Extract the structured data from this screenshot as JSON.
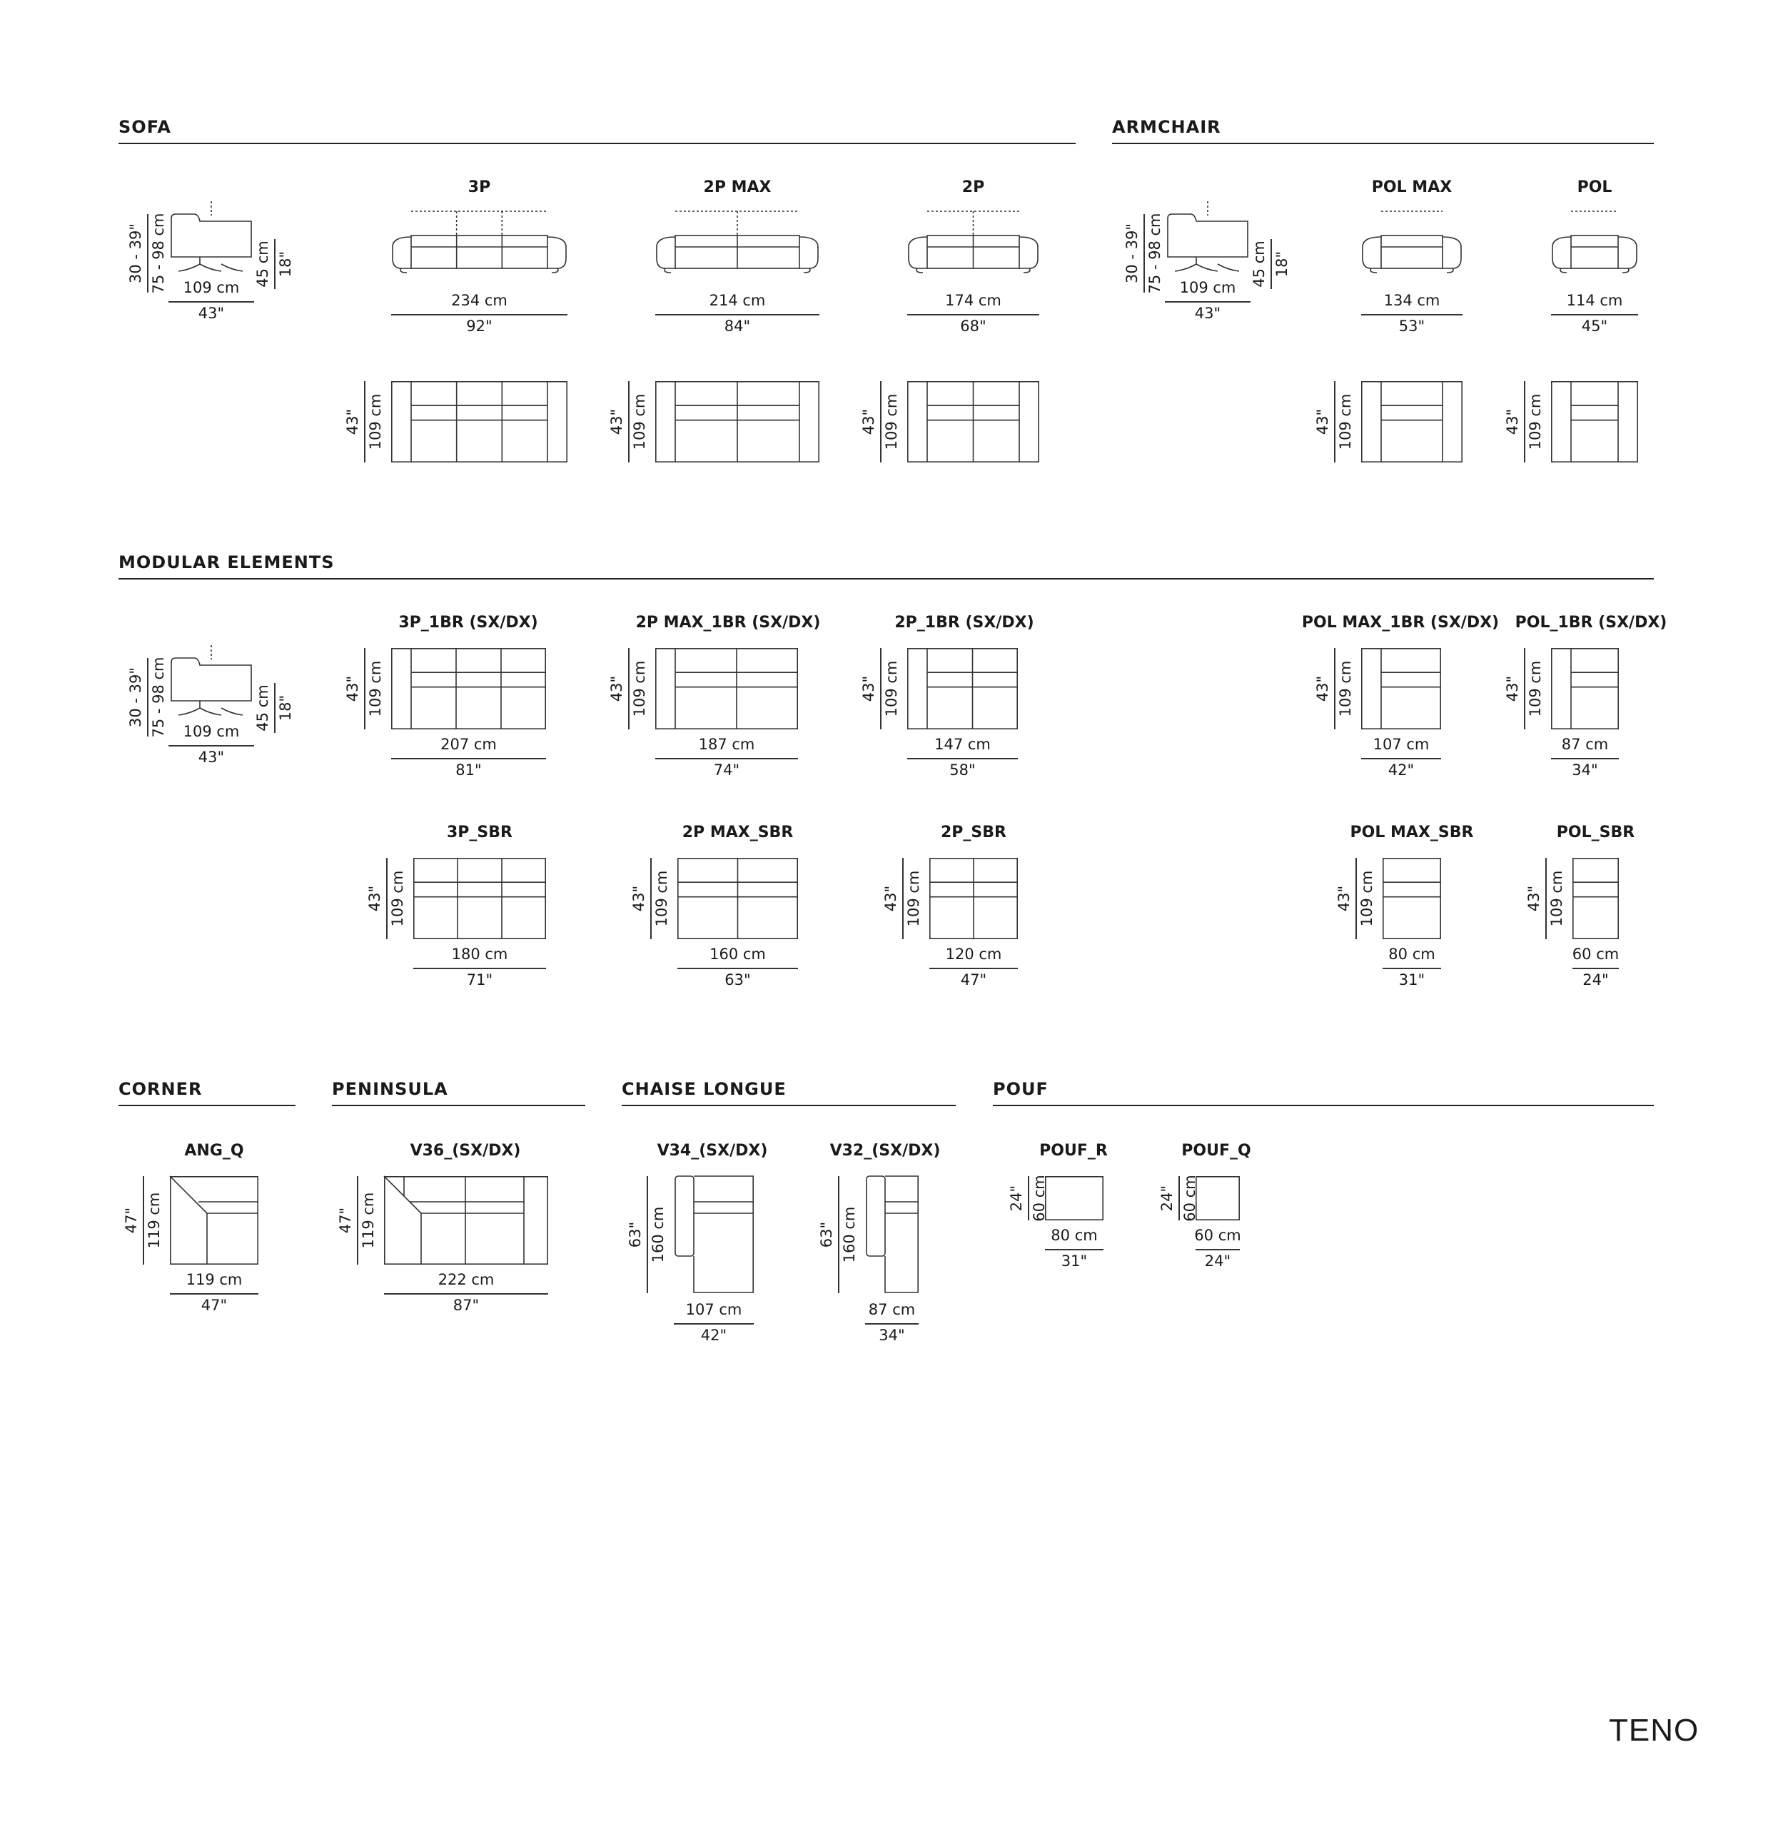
{
  "sections": {
    "sofa": "SOFA",
    "armchair": "ARMCHAIR",
    "modular": "MODULAR ELEMENTS",
    "corner": "CORNER",
    "peninsula": "PENINSULA",
    "chaise": "CHAISE LONGUE",
    "pouf": "POUF"
  },
  "brand": "TENO",
  "side_profile": {
    "width_cm": "109 cm",
    "width_in": "43\"",
    "height_cm": "75 - 98 cm",
    "height_in": "30 - 39\"",
    "seat_cm": "45 cm",
    "seat_in": "18\""
  },
  "sofa_items": [
    {
      "label": "3P",
      "width_cm": "234 cm",
      "width_in": "92\"",
      "depth_cm": "109 cm",
      "depth_in": "43\""
    },
    {
      "label": "2P MAX",
      "width_cm": "214 cm",
      "width_in": "84\"",
      "depth_cm": "109 cm",
      "depth_in": "43\""
    },
    {
      "label": "2P",
      "width_cm": "174 cm",
      "width_in": "68\"",
      "depth_cm": "109 cm",
      "depth_in": "43\""
    }
  ],
  "armchair_items": [
    {
      "label": "POL MAX",
      "width_cm": "134 cm",
      "width_in": "53\"",
      "depth_cm": "109 cm",
      "depth_in": "43\""
    },
    {
      "label": "POL",
      "width_cm": "114 cm",
      "width_in": "45\"",
      "depth_cm": "109 cm",
      "depth_in": "43\""
    }
  ],
  "modular_1br": [
    {
      "label": "3P_1BR (SX/DX)",
      "width_cm": "207 cm",
      "width_in": "81\"",
      "depth_cm": "109 cm",
      "depth_in": "43\""
    },
    {
      "label": "2P MAX_1BR (SX/DX)",
      "width_cm": "187 cm",
      "width_in": "74\"",
      "depth_cm": "109 cm",
      "depth_in": "43\""
    },
    {
      "label": "2P_1BR (SX/DX)",
      "width_cm": "147 cm",
      "width_in": "58\"",
      "depth_cm": "109 cm",
      "depth_in": "43\""
    },
    {
      "label": "POL MAX_1BR (SX/DX)",
      "width_cm": "107 cm",
      "width_in": "42\"",
      "depth_cm": "109 cm",
      "depth_in": "43\""
    },
    {
      "label": "POL_1BR (SX/DX)",
      "width_cm": "87 cm",
      "width_in": "34\"",
      "depth_cm": "109 cm",
      "depth_in": "43\""
    }
  ],
  "modular_sbr": [
    {
      "label": "3P_SBR",
      "width_cm": "180 cm",
      "width_in": "71\"",
      "depth_cm": "109 cm",
      "depth_in": "43\""
    },
    {
      "label": "2P MAX_SBR",
      "width_cm": "160 cm",
      "width_in": "63\"",
      "depth_cm": "109 cm",
      "depth_in": "43\""
    },
    {
      "label": "2P_SBR",
      "width_cm": "120 cm",
      "width_in": "47\"",
      "depth_cm": "109 cm",
      "depth_in": "43\""
    },
    {
      "label": "POL MAX_SBR",
      "width_cm": "80 cm",
      "width_in": "31\"",
      "depth_cm": "109 cm",
      "depth_in": "43\""
    },
    {
      "label": "POL_SBR",
      "width_cm": "60 cm",
      "width_in": "24\"",
      "depth_cm": "109 cm",
      "depth_in": "43\""
    }
  ],
  "corner": {
    "label": "ANG_Q",
    "width_cm": "119 cm",
    "width_in": "47\"",
    "depth_cm": "119 cm",
    "depth_in": "47\""
  },
  "peninsula": {
    "label": "V36_(SX/DX)",
    "width_cm": "222 cm",
    "width_in": "87\"",
    "depth_cm": "119 cm",
    "depth_in": "47\""
  },
  "chaise_items": [
    {
      "label": "V34_(SX/DX)",
      "width_cm": "107 cm",
      "width_in": "42\"",
      "depth_cm": "160 cm",
      "depth_in": "63\""
    },
    {
      "label": "V32_(SX/DX)",
      "width_cm": "87 cm",
      "width_in": "34\"",
      "depth_cm": "160 cm",
      "depth_in": "63\""
    }
  ],
  "pouf_items": [
    {
      "label": "POUF_R",
      "width_cm": "80 cm",
      "width_in": "31\"",
      "depth_cm": "60 cm",
      "depth_in": "24\""
    },
    {
      "label": "POUF_Q",
      "width_cm": "60 cm",
      "width_in": "24\"",
      "depth_cm": "60 cm",
      "depth_in": "24\""
    }
  ]
}
